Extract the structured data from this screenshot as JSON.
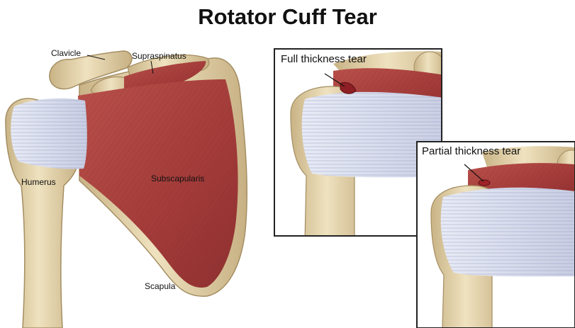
{
  "title": "Rotator Cuff Tear",
  "labels": {
    "clavicle": "Clavicle",
    "supraspinatus": "Supraspinatus",
    "humerus": "Humerus",
    "subscapularis": "Subscapularis",
    "scapula": "Scapula"
  },
  "insets": {
    "full": "Full thickness tear",
    "partial": "Partial thickness tear"
  },
  "colors": {
    "bone": "#e3d2a6",
    "muscle": "#a8413e",
    "tendon": "#d9dcec",
    "frame": "#222222"
  }
}
